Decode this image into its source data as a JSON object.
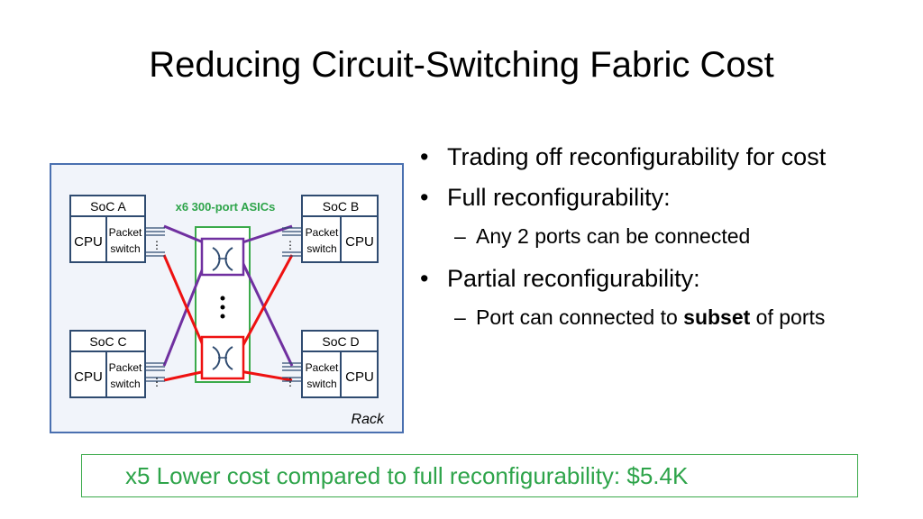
{
  "slide": {
    "title": "Reducing Circuit-Switching Fabric Cost",
    "bullets": [
      {
        "text": "Trading off reconfigurability for cost"
      },
      {
        "text": "Full reconfigurability:"
      },
      {
        "sub": "Any 2 ports can be connected"
      },
      {
        "text": "Partial reconfigurability:"
      },
      {
        "sub_pre": "Port can connected to ",
        "sub_bold": "subset",
        "sub_post": " of ports"
      }
    ],
    "callout": "x5 Lower cost compared to full reconfigurability: $5.4K"
  },
  "diagram": {
    "asic_label": "x6 300-port ASICs",
    "rack_label": "Rack",
    "socs": [
      {
        "name": "SoC A",
        "cpu": "CPU",
        "switch_line1": "Packet",
        "switch_line2": "switch"
      },
      {
        "name": "SoC B",
        "cpu": "CPU",
        "switch_line1": "Packet",
        "switch_line2": "switch"
      },
      {
        "name": "SoC C",
        "cpu": "CPU",
        "switch_line1": "Packet",
        "switch_line2": "switch"
      },
      {
        "name": "SoC D",
        "cpu": "CPU",
        "switch_line1": "Packet",
        "switch_line2": "switch"
      }
    ],
    "colors": {
      "purple": "#7030a0",
      "red": "#ee1111",
      "green": "#3aaa4a",
      "box": "#2f4b70",
      "rack_border": "#4a70b0",
      "rack_fill": "#f1f4fa"
    }
  }
}
